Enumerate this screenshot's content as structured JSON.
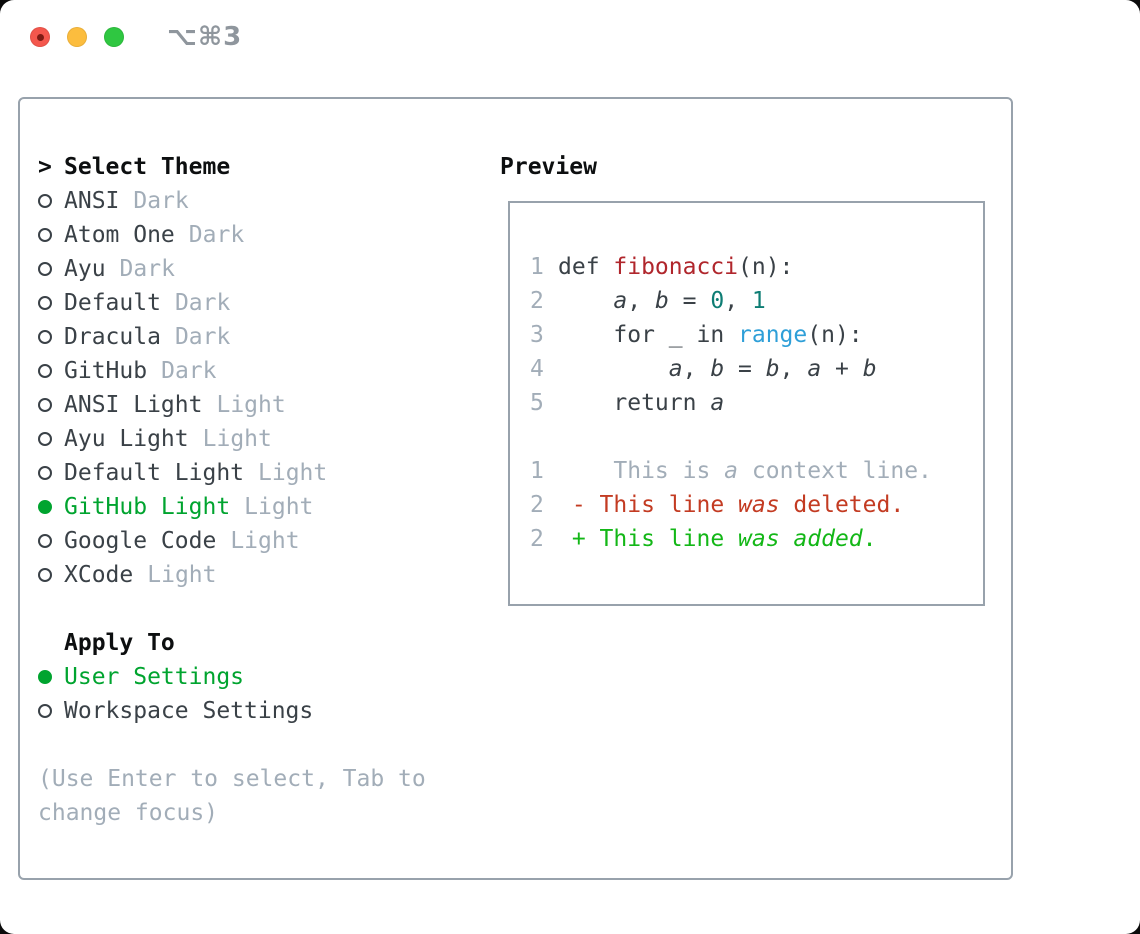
{
  "window": {
    "title": "⌥⌘3",
    "traffic_lights": [
      "close",
      "minimize",
      "zoom"
    ]
  },
  "theme_list": {
    "cursor": ">",
    "header": "Select Theme",
    "items": [
      {
        "name": "ANSI",
        "tag": "Dark",
        "selected": false
      },
      {
        "name": "Atom One",
        "tag": "Dark",
        "selected": false
      },
      {
        "name": "Ayu",
        "tag": "Dark",
        "selected": false
      },
      {
        "name": "Default",
        "tag": "Dark",
        "selected": false
      },
      {
        "name": "Dracula",
        "tag": "Dark",
        "selected": false
      },
      {
        "name": "GitHub",
        "tag": "Dark",
        "selected": false
      },
      {
        "name": "ANSI Light",
        "tag": "Light",
        "selected": false
      },
      {
        "name": "Ayu Light",
        "tag": "Light",
        "selected": false
      },
      {
        "name": "Default Light",
        "tag": "Light",
        "selected": false
      },
      {
        "name": "GitHub Light",
        "tag": "Light",
        "selected": true
      },
      {
        "name": "Google Code",
        "tag": "Light",
        "selected": false
      },
      {
        "name": "XCode",
        "tag": "Light",
        "selected": false
      }
    ]
  },
  "apply_to": {
    "header": "Apply To",
    "options": [
      {
        "name": "User Settings",
        "selected": true
      },
      {
        "name": "Workspace Settings",
        "selected": false
      }
    ]
  },
  "help": {
    "line1": "(Use Enter to select, Tab to",
    "line2": "change focus)"
  },
  "preview": {
    "header": "Preview",
    "lines": [
      {
        "num": "1",
        "tokens": [
          {
            "t": "def ",
            "c": "dk"
          },
          {
            "t": "fibonacci",
            "c": "fn"
          },
          {
            "t": "(n):",
            "c": "dk"
          }
        ]
      },
      {
        "num": "2",
        "tokens": [
          {
            "t": "    ",
            "c": "dk"
          },
          {
            "t": "a",
            "c": "dk",
            "i": true
          },
          {
            "t": ", ",
            "c": "dk"
          },
          {
            "t": "b",
            "c": "dk",
            "i": true
          },
          {
            "t": " = ",
            "c": "dk"
          },
          {
            "t": "0",
            "c": "num"
          },
          {
            "t": ", ",
            "c": "dk"
          },
          {
            "t": "1",
            "c": "num"
          }
        ]
      },
      {
        "num": "3",
        "tokens": [
          {
            "t": "    for _ in ",
            "c": "dk"
          },
          {
            "t": "range",
            "c": "blt"
          },
          {
            "t": "(n):",
            "c": "dk"
          }
        ]
      },
      {
        "num": "4",
        "tokens": [
          {
            "t": "        ",
            "c": "dk"
          },
          {
            "t": "a",
            "c": "dk",
            "i": true
          },
          {
            "t": ", ",
            "c": "dk"
          },
          {
            "t": "b",
            "c": "dk",
            "i": true
          },
          {
            "t": " = ",
            "c": "dk"
          },
          {
            "t": "b",
            "c": "dk",
            "i": true
          },
          {
            "t": ", ",
            "c": "dk"
          },
          {
            "t": "a",
            "c": "dk",
            "i": true
          },
          {
            "t": " + ",
            "c": "dk"
          },
          {
            "t": "b",
            "c": "dk",
            "i": true
          }
        ]
      },
      {
        "num": "5",
        "tokens": [
          {
            "t": "    return ",
            "c": "dk"
          },
          {
            "t": "a",
            "c": "dk",
            "i": true
          }
        ]
      },
      {
        "num": "",
        "tokens": []
      },
      {
        "num": "1",
        "tokens": [
          {
            "t": "    This is ",
            "c": "ctx"
          },
          {
            "t": "a",
            "c": "ctx",
            "i": true
          },
          {
            "t": " context line.",
            "c": "ctx"
          }
        ]
      },
      {
        "num": "2",
        "tokens": [
          {
            "t": " - This line ",
            "c": "del"
          },
          {
            "t": "was",
            "c": "del",
            "i": true
          },
          {
            "t": " deleted.",
            "c": "del"
          }
        ]
      },
      {
        "num": "2",
        "tokens": [
          {
            "t": " + This line ",
            "c": "add"
          },
          {
            "t": "was",
            "c": "add",
            "i": true
          },
          {
            "t": " ",
            "c": "add"
          },
          {
            "t": "added",
            "c": "add",
            "i": true
          },
          {
            "t": ".",
            "c": "add"
          }
        ]
      }
    ]
  },
  "colors": {
    "accent_green": "#00a42f",
    "added_green": "#13b717",
    "deleted_red": "#c33b22",
    "function_red": "#b0262c",
    "number_teal": "#0e7d74",
    "builtin_blue": "#2e9fd8",
    "text_dark": "#3a4147",
    "text_black": "#0d0f10",
    "text_muted": "#a2adb8",
    "border_gray": "#98a2ac",
    "traffic_red": "#f4574d",
    "traffic_yellow": "#fcbd3e",
    "traffic_green": "#2fc741"
  }
}
